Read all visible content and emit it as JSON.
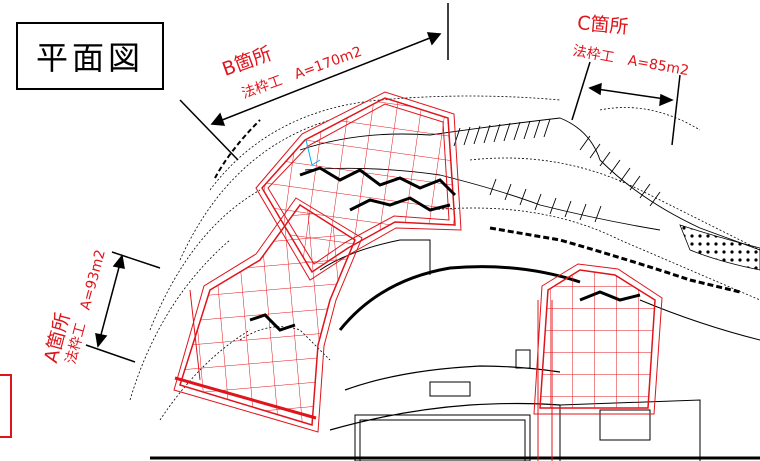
{
  "title": "平面図",
  "areas": {
    "b": {
      "name": "B箇所",
      "detail": "法枠工　A=170m2"
    },
    "c": {
      "name": "C箇所",
      "detail": "法枠工　A=85m2"
    },
    "a": {
      "name": "A箇所",
      "detail": "法枠工　A=93m2"
    }
  },
  "colors": {
    "frame": "#e0141b",
    "line": "#000000",
    "accent": "#00aeef"
  }
}
